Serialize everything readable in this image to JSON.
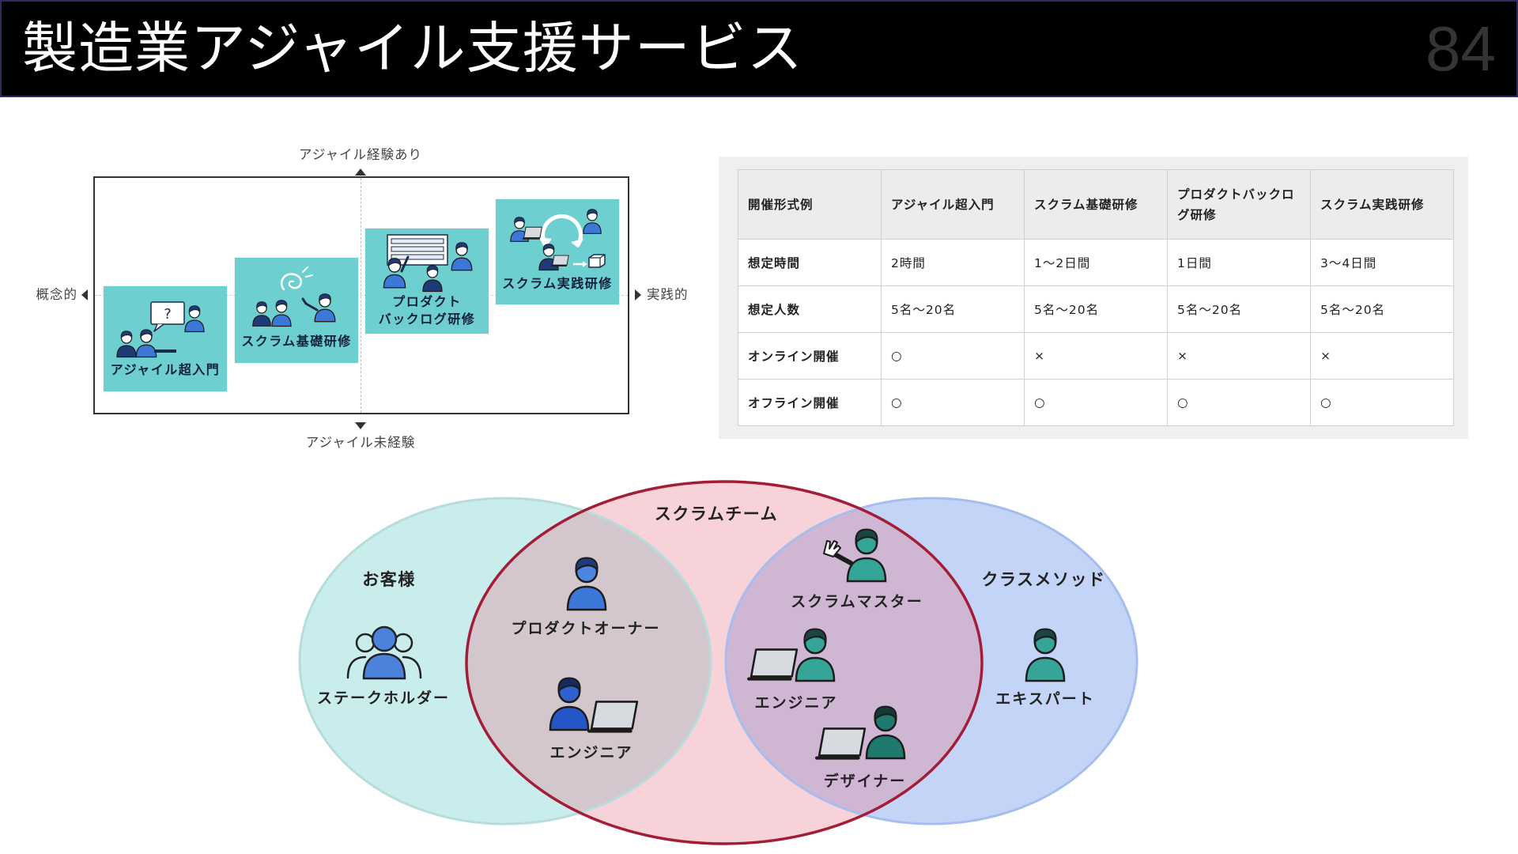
{
  "header": {
    "title": "製造業アジャイル支援サービス",
    "page_number": "84"
  },
  "positioning_map": {
    "axis_top": "アジャイル経験あり",
    "axis_bottom": "アジャイル未経験",
    "axis_left": "概念的",
    "axis_right": "実践的",
    "cards": [
      {
        "label": "アジャイル超入門",
        "icon": "question-board-icon",
        "board_mark": "?"
      },
      {
        "label": "スクラム基礎研修",
        "icon": "team-discussion-icon"
      },
      {
        "label_lines": [
          "プロダクト",
          "バックログ研修"
        ],
        "icon": "backlog-board-icon"
      },
      {
        "label": "スクラム実践研修",
        "icon": "sprint-cycle-icon"
      }
    ]
  },
  "format_table": {
    "headers": [
      "開催形式例",
      "アジャイル超入門",
      "スクラム基礎研修",
      "プロダクトバックログ研修",
      "スクラム実践研修"
    ],
    "rows": [
      [
        "想定時間",
        "2時間",
        "1〜2日間",
        "1日間",
        "3〜4日間"
      ],
      [
        "想定人数",
        "5名〜20名",
        "5名〜20名",
        "5名〜20名",
        "5名〜20名"
      ],
      [
        "オンライン開催",
        "○",
        "×",
        "×",
        "×"
      ],
      [
        "オフライン開催",
        "○",
        "○",
        "○",
        "○"
      ]
    ]
  },
  "team_venn": {
    "groups": {
      "customer": "お客様",
      "scrum_team": "スクラムチーム",
      "vendor": "クラスメソッド"
    },
    "roles": [
      {
        "label": "ステークホルダー",
        "icon": "stakeholder-group-icon"
      },
      {
        "label": "プロダクトオーナー",
        "icon": "person-icon"
      },
      {
        "label": "エンジニア",
        "icon": "person-laptop-icon"
      },
      {
        "label": "スクラムマスター",
        "icon": "person-raising-hand-icon"
      },
      {
        "label": "エンジニア",
        "icon": "person-laptop-icon"
      },
      {
        "label": "デザイナー",
        "icon": "person-laptop-icon"
      },
      {
        "label": "エキスパート",
        "icon": "person-icon"
      }
    ]
  },
  "colors": {
    "header_background": "#000000",
    "card": "#6ecfd0",
    "customer_circle": "#c9ecec",
    "vendor_circle": "#c4d4f7",
    "scrum_team_circle": "#f3c6ce",
    "scrum_team_border": "#a31d36",
    "customer_person": "#3c78d8",
    "vendor_person": "#34a597"
  }
}
